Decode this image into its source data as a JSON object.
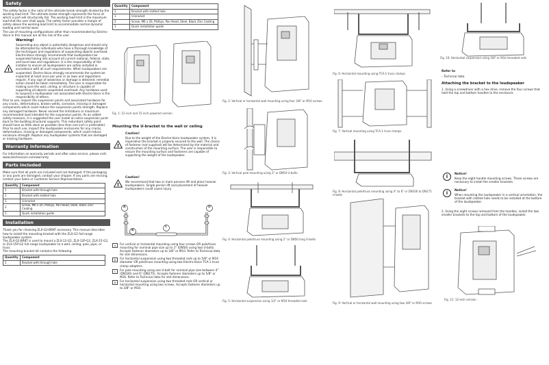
{
  "col1": {
    "safety": {
      "title": "Safety",
      "intro": "The safety factor is the ratio of the ultimate break strength divided by the working load limit. The ultimate break strength represents the force at which a part will structurally fail. The working load limit is the maximum load that the user shall apply. The safety factor provides a margin of safety above the working-load limit to accommodate normal dynamic loading and normal wear.",
      "intro2": "The use of mounting configurations other than recommended by Electro-Voice in this manual are at the risk of the user.",
      "warning_title": "Warning!",
      "warning_text": "Suspending any object is potentially dangerous and should only be attempted by individuals who have a thorough knowledge of the techniques and regulations of suspending objects overhead. Electro-Voice strongly recommends that loudspeakers be suspended taking into account all current national, federal, state, and local laws and regulations. It is the responsibility of the installer to ensure all loudspeakers are safely installed in accordance with all such requirements. When loudspeakers are suspended, Electro-Voice strongly recommends the system be inspected at least once per year or as laws and regulations require. If any sign of weakness or damage is detected, remedial action should be taken immediately. The user is responsible for making sure the wall, ceiling, or structure is capable of supporting all objects suspended overhead. Any hardware used to suspend a loudspeaker not associated with Electro-Voice is the responsibility of others.",
      "prior": "Prior to use, inspect the suspension points and associated hardware for any cracks, deformations, broken welds, corrosion, missing or damaged components which could reduce the suspension points strength. Replace any damaged hardware. Never exceed the limitations or maximum recommended load intended for the suspension points. As an added safety measure, it is suggested the user install an extra suspension point back to the building structural supports. This redundant safety point should have as little slack as possible (less than one inch is preferable). Prior to each use, inspect the loudspeaker enclosures for any cracks, deformations, missing or damaged components, which could reduce enclosure strength. Replace any loudspeaker systems that are damaged or missing hardware."
    },
    "warranty": {
      "title": "Warranty information",
      "text": "For information on warranty periods and after sales service, please visit: www.electrovoice.com/warranty"
    },
    "parts": {
      "title": "Parts included",
      "text": "Make sure that all parts are included and not damaged. If the packaging or any parts are damaged, contact your shipper. If any parts are missing, contact your Sales or Customer Service Representative.",
      "table_header": [
        "Quantity",
        "Component"
      ],
      "rows": [
        [
          "1",
          "Bracket with through hole"
        ],
        [
          "1",
          "Bracket with slotted hole"
        ],
        [
          "1",
          "U-bracket"
        ],
        [
          "2",
          "Screw, M6 x 20, Phillips, Pan Head, Steel, Black Zinc Coating"
        ],
        [
          "1",
          "Quick installation guide"
        ]
      ]
    },
    "installation": {
      "title": "Installation",
      "text1": "Thank you for choosing ZLX-G2-BRKT accessory. This manual describes how to install the mounting bracket with the ZLX-G2 full-range loudspeaker system.",
      "text2": "The ZLX-G2-BRKT is used to mount a ZLX-12-G2, ZLX-12P-G2, ZLX-15-G2, or ZLX-15P-G2 full-range loudspeaker to a wall, ceiling, pole, pipe, or truss.",
      "text3": "The mounting bracket kit contains the following.",
      "table_header": [
        "Quantity",
        "Component"
      ],
      "rows": [
        [
          "1",
          "Bracket with through hole"
        ]
      ]
    }
  },
  "col2": {
    "table_header": [
      "Quantity",
      "Component"
    ],
    "rows": [
      [
        "1",
        "Bracket with slotted hole"
      ],
      [
        "1",
        "U-bracket"
      ],
      [
        "2",
        "Screw, M6 x 20, Phillips, Pan Head, Steel, Black Zinc Coating"
      ],
      [
        "1",
        "Quick installation guide"
      ]
    ],
    "fig1_caption": "Fig. 1: 12-inch and 15-inch powered version",
    "mount_heading": "Mounting the U-bracket to the wall or ceiling",
    "caution1_title": "Caution!",
    "caution1_text": "Due to the weight of the Electro-Voice loudspeaker system, it is imperative the bracket is properly secured to the wall. The choice of fastener (not supplied) will be determined by the material and construction of the mounting surface. The user is responsible to ensure the mounting surface and fasteners are capable of supporting the weight of the loudspeaker.",
    "caution2_title": "Caution!",
    "caution2_text": "We recommend that two or more persons lift and place heavier loudspeakers. Single person lift and placement of heavier loudspeakers could cause injury.",
    "labels": [
      "A",
      "B",
      "C",
      "D"
    ],
    "table_items": [
      {
        "letter": "A",
        "text": "For vertical or horizontal mounting using four screws OR pole/truss mounting for nominal pipe size up to 2\" (DN50) using two U-bolts. Accepts fastener diameters up to 3/8\" or M10. Refer to Technical data for slot dimensions."
      },
      {
        "letter": "B",
        "text": "For horizontal suspension using two threaded rods up to 5/8\" or M16 diameter OR pole/truss mounting using two Electro-Voice TCA-1 truss clamp adapters."
      },
      {
        "letter": "C",
        "text": "For pole mounting using one U-bolt for nominal pipe size between 4\" (DN100) and 6\" (DN175). Accepts fastener diameters up to 5/8\" or M16. Refer to Technical data for slot dimensions."
      },
      {
        "letter": "D",
        "text": "For horizontal suspension using two threaded rods OR vertical or horizontal mounting using two screws. Accepts fastener diameters up to 3/8\" or M10."
      }
    ]
  },
  "col3": {
    "fig2_caption": "Fig. 2: Vertical or horizontal wall mounting using four 3/8\" or M10 screws",
    "fig3_caption": "Fig. 3: Vertical pole mounting using 2\" or DN50 U-bolts",
    "fig4_caption": "Fig. 4: Horizontal pole/truss mounting using 2\" or DN50 long U-bolts",
    "fig5_caption": "Fig. 5: Horizontal suspension using 1/2\" or M16 threaded rods"
  },
  "col4": {
    "fig6_caption": "Fig. 6: Horizontal mounting using TCA-1 truss clamps",
    "fig7_caption": "Fig. 7: Vertical mounting using TCA-1 truss clamps",
    "fig8_caption": "Fig. 8: Horizontal pole/truss mounting using 4\" to 6\" or DN100 to DN175 U-bolts",
    "fig9_caption": "Fig. 9: Vertical or horizontal wall mounting using two 3/8\" or M10 screws"
  },
  "col5": {
    "fig10_caption": "Fig. 10: Horizontal suspension using 3/8\" or M10 threaded rods",
    "refer_title": "Refer to",
    "refer_item": "– Technical data",
    "attach_heading": "Attaching the bracket to the loudspeaker",
    "step1": "1. Using a screwdriver with a hex drive, remove the four screws that hold the top and bottom handles to the enclosure.",
    "notice1_title": "Notice!",
    "notice1_text": "Keep the eight handle mounting screws. These screws are necessary to install the smaller brackets.",
    "notice2_title": "Notice!",
    "notice2_text": "When mounting the loudspeaker in a vertical orientation, the bracket with slotted hole needs to be installed at the bottom of the loudspeaker.",
    "step2": "2. Using the eight screws removed from the handles, install the two smaller brackets to the top and bottom of the loudspeaker.",
    "fig11_caption": "Fig. 11: 12-inch version"
  }
}
